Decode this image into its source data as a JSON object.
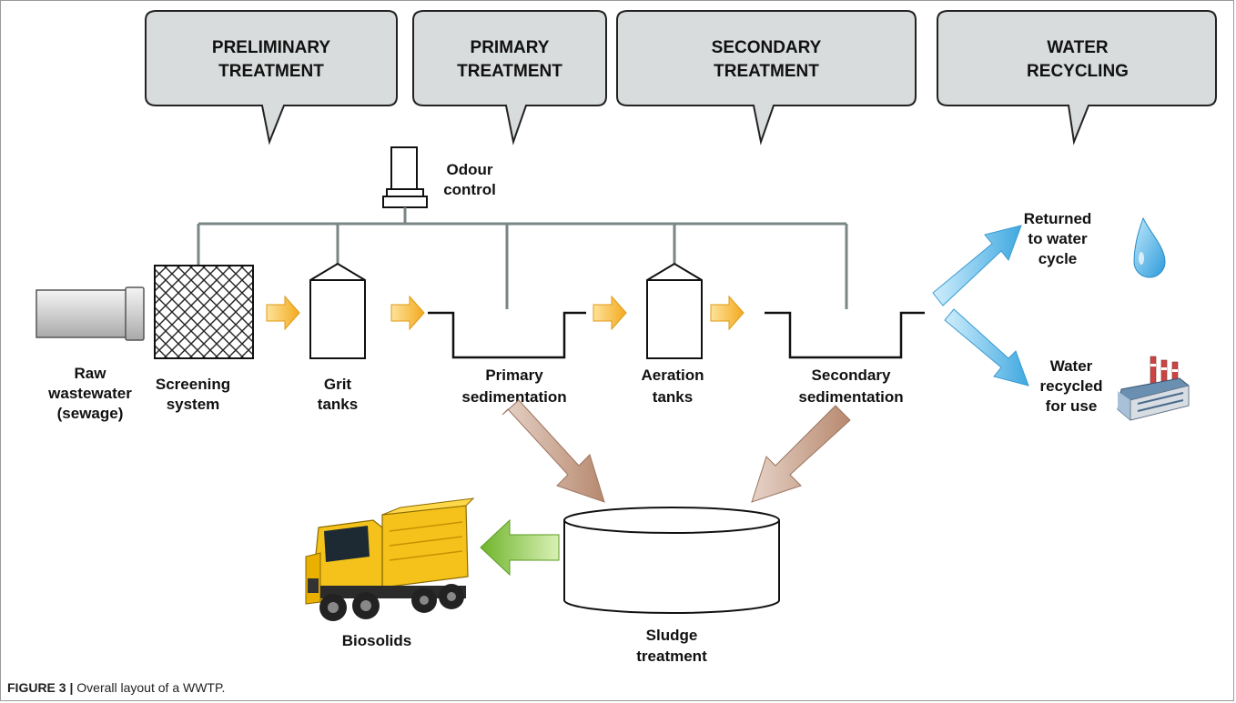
{
  "stages": [
    {
      "line1": "PRELIMINARY",
      "line2": "TREATMENT"
    },
    {
      "line1": "PRIMARY",
      "line2": "TREATMENT"
    },
    {
      "line1": "SECONDARY",
      "line2": "TREATMENT"
    },
    {
      "line1": "WATER",
      "line2": "RECYCLING"
    }
  ],
  "odour": {
    "line1": "Odour",
    "line2": "control"
  },
  "units": {
    "raw": [
      "Raw",
      "wastewater",
      "(sewage)"
    ],
    "screening": [
      "Screening",
      "system"
    ],
    "grit": [
      "Grit",
      "tanks"
    ],
    "primary_sed": [
      "Primary",
      "sedimentation"
    ],
    "aeration": [
      "Aeration",
      "tanks"
    ],
    "secondary_sed": [
      "Secondary",
      "sedimentation"
    ],
    "returned": [
      "Returned",
      "to water",
      "cycle"
    ],
    "recycled": [
      "Water",
      "recycled",
      "for use"
    ],
    "sludge": [
      "Sludge",
      "treatment"
    ],
    "biosolids": "Biosolids"
  },
  "caption": {
    "label": "FIGURE 3 |",
    "text": " Overall layout of a WWTP."
  },
  "colors": {
    "callout_fill": "#d9dcdd",
    "flow_arrow": "#f4b63a",
    "sludge_arrow": "#c49a85",
    "water_arrow": "#6ec1ea",
    "biosolids_arrow": "#8cc641",
    "pipe": "#7a8585"
  },
  "icons": [
    "water-drop-icon",
    "factory-icon",
    "dump-truck-icon",
    "odour-control-icon",
    "pipe-outlet-icon"
  ]
}
